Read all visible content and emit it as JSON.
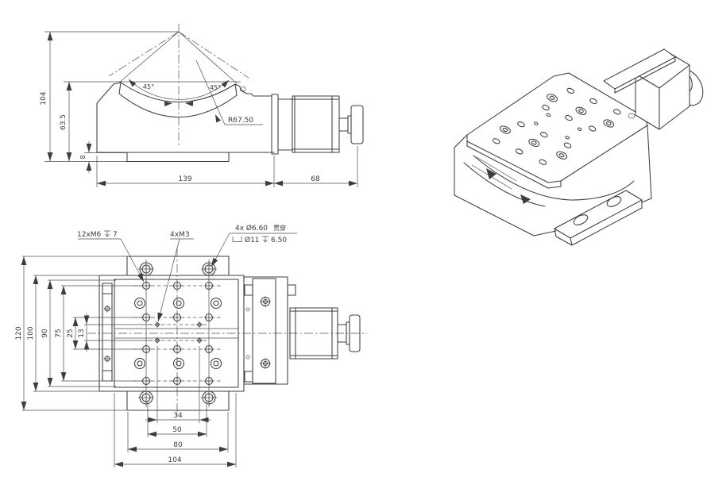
{
  "page": {
    "background": "#ffffff",
    "line_color": "#3d3d3d",
    "text_color": "#3a3a3a"
  },
  "front_view": {
    "dim_total_height": "104",
    "dim_body_height": "63.5",
    "dim_base_thickness": "8",
    "dim_body_length": "139",
    "dim_motor_length": "68",
    "radius_label": "R67.50",
    "angle_left": "45°",
    "angle_right": "45°"
  },
  "top_view": {
    "note_m6": "12xM6",
    "note_m6_depth": "7",
    "note_m3": "4xM3",
    "note_holes_line1": "4x Ø6.60",
    "note_holes_through": "贯穿",
    "note_holes_cbore_dia": "Ø11",
    "note_holes_cbore_depth": "6.50",
    "dim_overall_width": "120",
    "dim_body_width": "100",
    "dim_90": "90",
    "dim_75": "75",
    "dim_25": "25",
    "dim_13": "13",
    "dim_34": "34",
    "dim_50": "50",
    "dim_80": "80",
    "dim_104": "104"
  },
  "symbols": {
    "depth": "↧",
    "counterbore": "⌴",
    "diameter": "Ø"
  }
}
